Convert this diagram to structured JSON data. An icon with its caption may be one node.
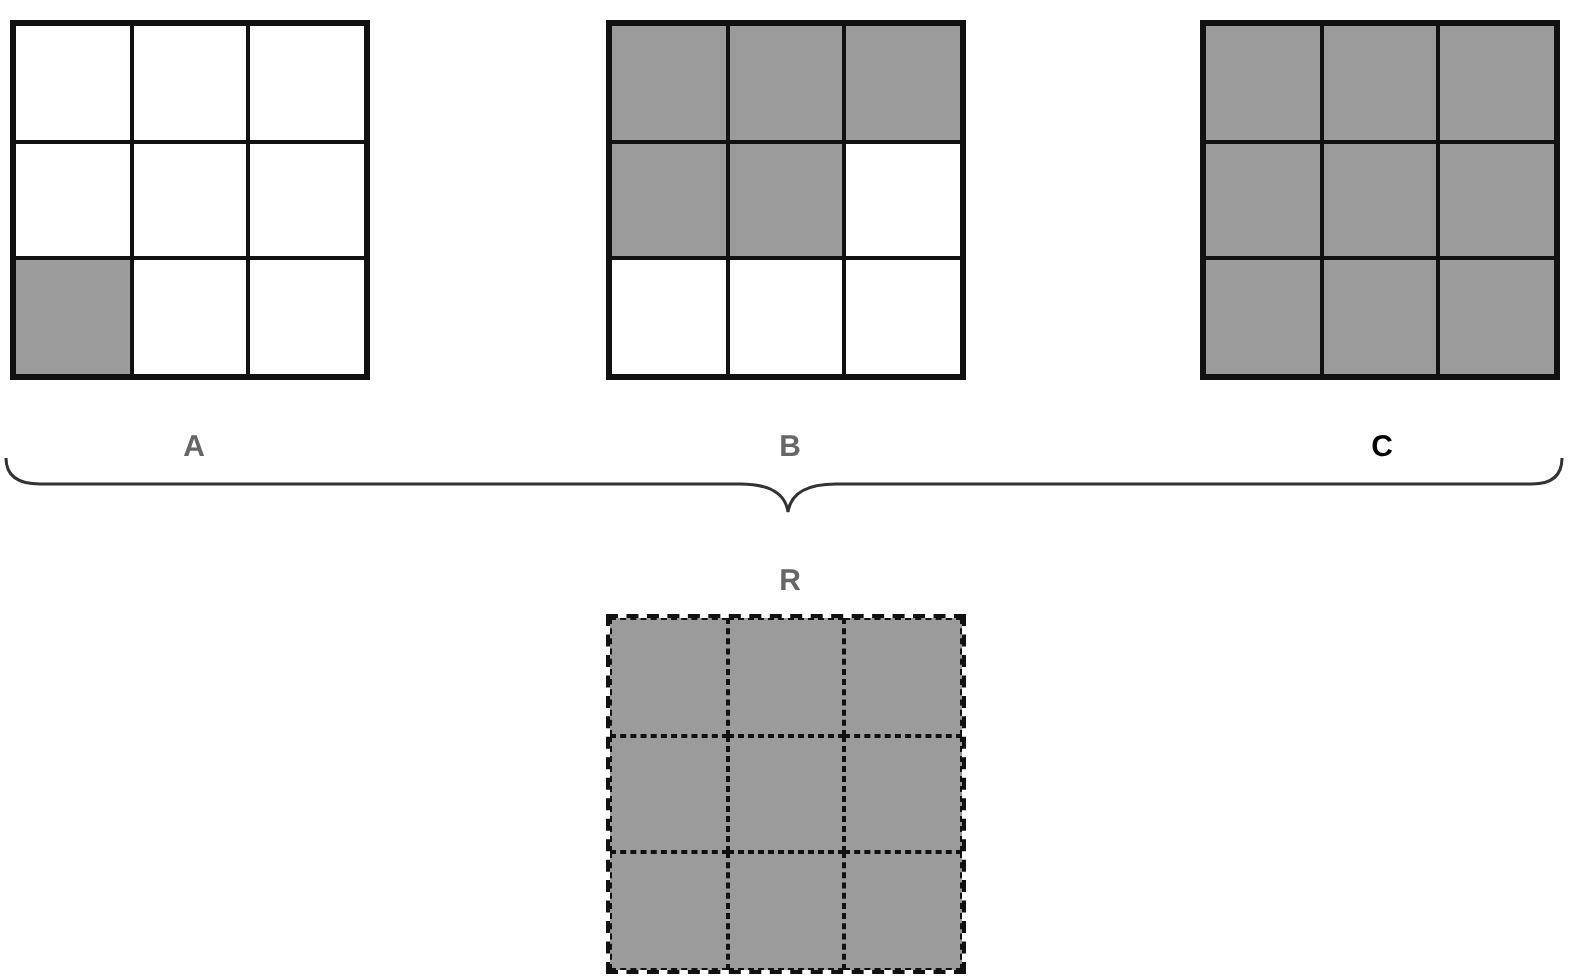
{
  "diagram": {
    "nodes": [
      {
        "text": [],
        "shape": "box",
        "beside": [
          "A"
        ]
      },
      {
        "text": [],
        "shape": "box",
        "beside": [
          "B"
        ]
      },
      {
        "text": [],
        "shape": "box",
        "beside": [
          "C"
        ]
      },
      {
        "text": [],
        "shape": "box",
        "beside": [
          "R"
        ]
      }
    ]
  }
}
